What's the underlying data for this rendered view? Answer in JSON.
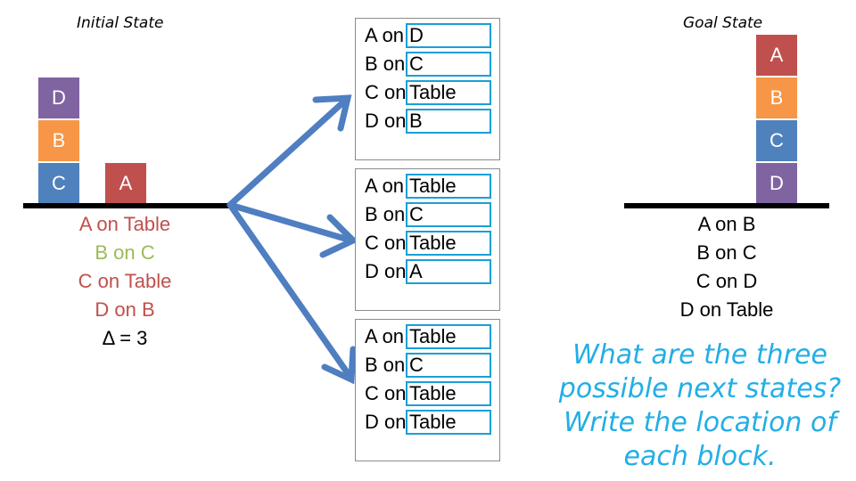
{
  "initial": {
    "title": "Initial State",
    "stacks": [
      {
        "blocks": [
          {
            "label": "C",
            "color": "#4f81bd"
          },
          {
            "label": "B",
            "color": "#f79646"
          },
          {
            "label": "D",
            "color": "#8064a2"
          }
        ]
      },
      {
        "blocks": [
          {
            "label": "A",
            "color": "#c0504d"
          }
        ]
      }
    ],
    "conditions": [
      {
        "text": "A on Table",
        "color": "#c0504d"
      },
      {
        "text": "B on C",
        "color": "#9bbb59"
      },
      {
        "text": "C on Table",
        "color": "#c0504d"
      },
      {
        "text": "D on B",
        "color": "#c0504d"
      }
    ],
    "delta": "Δ = 3"
  },
  "goal": {
    "title": "Goal State",
    "stack": [
      {
        "label": "D",
        "color": "#8064a2"
      },
      {
        "label": "C",
        "color": "#4f81bd"
      },
      {
        "label": "B",
        "color": "#f79646"
      },
      {
        "label": "A",
        "color": "#c0504d"
      }
    ],
    "conditions": [
      "A on B",
      "B on C",
      "C on D",
      "D on Table"
    ]
  },
  "next_states": [
    {
      "rows": [
        {
          "label": "A on",
          "value": "D"
        },
        {
          "label": "B on",
          "value": "C"
        },
        {
          "label": "C on",
          "value": "Table"
        },
        {
          "label": "D on",
          "value": "B"
        }
      ]
    },
    {
      "rows": [
        {
          "label": "A on",
          "value": "Table"
        },
        {
          "label": "B on",
          "value": "C"
        },
        {
          "label": "C on",
          "value": "Table"
        },
        {
          "label": "D on",
          "value": "A"
        }
      ]
    },
    {
      "rows": [
        {
          "label": "A on",
          "value": "Table"
        },
        {
          "label": "B on",
          "value": "C"
        },
        {
          "label": "C on",
          "value": "Table"
        },
        {
          "label": "D on",
          "value": "Table"
        }
      ]
    }
  ],
  "question": [
    "What are the three",
    "possible next states?",
    "Write the location of",
    "each block."
  ],
  "colors": {
    "arrow": "#4f7ec1",
    "field_border": "#1a9fd9",
    "question": "#22aee6"
  }
}
